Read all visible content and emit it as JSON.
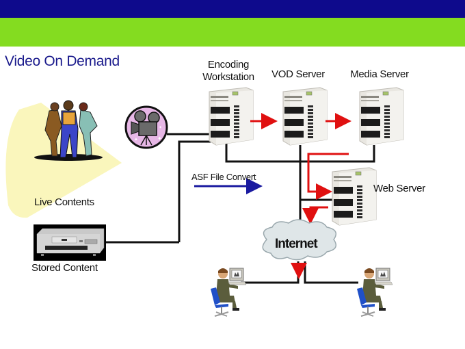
{
  "slide": {
    "title": "Video On Demand",
    "colors": {
      "top_band": "#0e0a8c",
      "accent_band": "#84dc20",
      "title_text": "#1a1a8c",
      "flow_arrow": "#e01010",
      "legend_arrow": "#1a1aa0",
      "connection_line": "#111111"
    }
  },
  "nodes": {
    "encoding_workstation": {
      "label_line1": "Encoding",
      "label_line2": "Workstation",
      "icon": "server-tower-icon"
    },
    "vod_server": {
      "label": "VOD Server",
      "icon": "server-tower-icon"
    },
    "media_server": {
      "label": "Media Server",
      "icon": "server-tower-icon"
    },
    "web_server": {
      "label": "Web Server",
      "icon": "server-tower-icon"
    },
    "internet": {
      "label": "Internet",
      "icon": "cloud-icon"
    },
    "live_contents": {
      "label": "Live Contents",
      "icon": "performers-clipart-icon"
    },
    "stored_content": {
      "label": "Stored Content",
      "icon": "vcr-player-icon"
    },
    "camera": {
      "icon": "movie-camera-icon"
    },
    "client_left": {
      "icon": "user-at-computer-icon"
    },
    "client_right": {
      "icon": "user-at-computer-icon"
    }
  },
  "legend": {
    "asf_label": "ASF File Convert"
  }
}
